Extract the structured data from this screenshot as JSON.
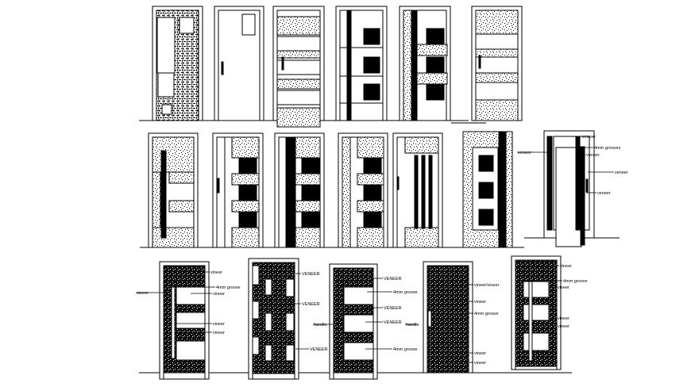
{
  "drawing": {
    "detail_door": {
      "labels": [
        "veneer",
        "4mm grooves",
        "veneer",
        "veneer",
        "veneer",
        "veneer"
      ]
    },
    "door_row3_1": {
      "labels": [
        "vineer",
        "4mm groove",
        "vineer",
        "vineer",
        "vineer",
        "vineer"
      ]
    },
    "door_row3_2": {
      "labels": [
        "VENEER",
        "VENEER",
        "VENEER"
      ]
    },
    "door_row3_3": {
      "labels": [
        "VENEER",
        "4mm groove",
        "VENEER",
        "handle",
        "VENEER",
        "handle",
        "4mm groove"
      ]
    },
    "door_row3_4": {
      "labels": [
        "vineer/vineer",
        "vineer",
        "4mm groove",
        "vineer",
        "vineer"
      ]
    },
    "door_row3_5": {
      "labels": [
        "vineer",
        "4mm groove",
        "vineer",
        "vineer",
        "vineer"
      ]
    }
  },
  "colors": {
    "line": "#000000",
    "background": "#ffffff"
  }
}
